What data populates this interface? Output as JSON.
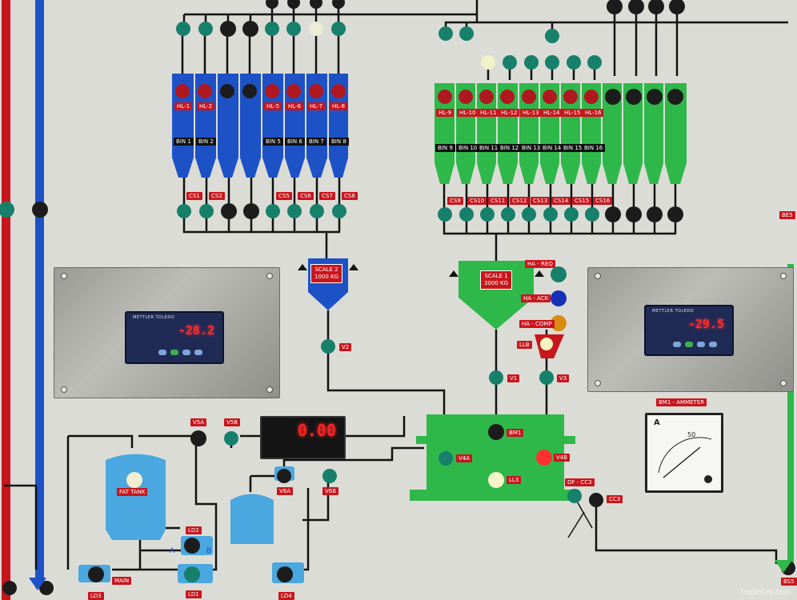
{
  "colors": {
    "panel_bg": "#dcdcd6",
    "blue_section": "#1d52c7",
    "green_section": "#2fb84a",
    "label_red": "#c8161d",
    "line": "#111111",
    "led_green": "#17806b",
    "led_dark": "#1c1c1c",
    "led_red": "#b01820"
  },
  "blue_bins": {
    "hopper_labels": [
      "HL-1",
      "HL-2",
      "",
      "",
      "HL-5",
      "HL-6",
      "HL-7",
      "HL-8"
    ],
    "bin_labels": [
      "BIN 1",
      "BIN 2",
      "",
      "",
      "BIN 5",
      "BIN 6",
      "BIN 7",
      "BIN 8"
    ],
    "valve_labels": [
      "CS1",
      "CS2",
      "",
      "",
      "CS5",
      "CS6",
      "CS7",
      "CS8"
    ]
  },
  "green_bins": {
    "hopper_labels": [
      "HL-9",
      "HL-10",
      "HL-11",
      "HL-12",
      "HL-13",
      "HL-14",
      "HL-15",
      "HL-16",
      "",
      "",
      "",
      ""
    ],
    "bin_labels": [
      "BIN 9",
      "BIN 10",
      "BIN 11",
      "BIN 12",
      "BIN 13",
      "BIN 14",
      "BIN 15",
      "BIN 16",
      "",
      "",
      "",
      ""
    ],
    "valve_labels": [
      "CS9",
      "CS10",
      "CS11",
      "CS12",
      "CS13",
      "CS14",
      "CS15",
      "CS16",
      "",
      "",
      "",
      ""
    ]
  },
  "scale2": {
    "line1": "SCALE 2",
    "line2": "1000 KG"
  },
  "scale1": {
    "line1": "SCALE 1",
    "line2": "3000 KG"
  },
  "scale_labels": {
    "ha_req": "HA - REQ",
    "ha_ack": "HA - ACK",
    "ha_comp": "HA - COMP",
    "llb": "LLB"
  },
  "valves": {
    "v1": "V1",
    "v2": "V2",
    "v3": "V3",
    "v5a": "V5A",
    "v5b": "V5B",
    "v6a": "V6A",
    "v6b": "V6B"
  },
  "mixer": {
    "bm1": "BM1",
    "v4a": "V4A",
    "v4b": "V4B",
    "ll3": "LL3",
    "dfcc3": "DF - CC3",
    "cc3": "CC3"
  },
  "ammeter": {
    "title": "BM1 - AMMETER",
    "unit": "A",
    "scale_mark": "50"
  },
  "indicator_left": {
    "brand": "METTLER TOLEDO",
    "value": "-28.2"
  },
  "indicator_right": {
    "brand": "METTLER TOLEDO",
    "value": "-29.5"
  },
  "counter": {
    "value": "0.00"
  },
  "tanks": {
    "fat_tank": "FAT TANK",
    "ld2": "LD2",
    "ld1": "LD1",
    "ld3": "LD3",
    "ld4": "LD4",
    "main": "MAIN",
    "a": "A",
    "b": "B"
  },
  "right_edge": {
    "be5": "BE5",
    "bs5": "BS5"
  },
  "watermark": "TradeKey.com"
}
